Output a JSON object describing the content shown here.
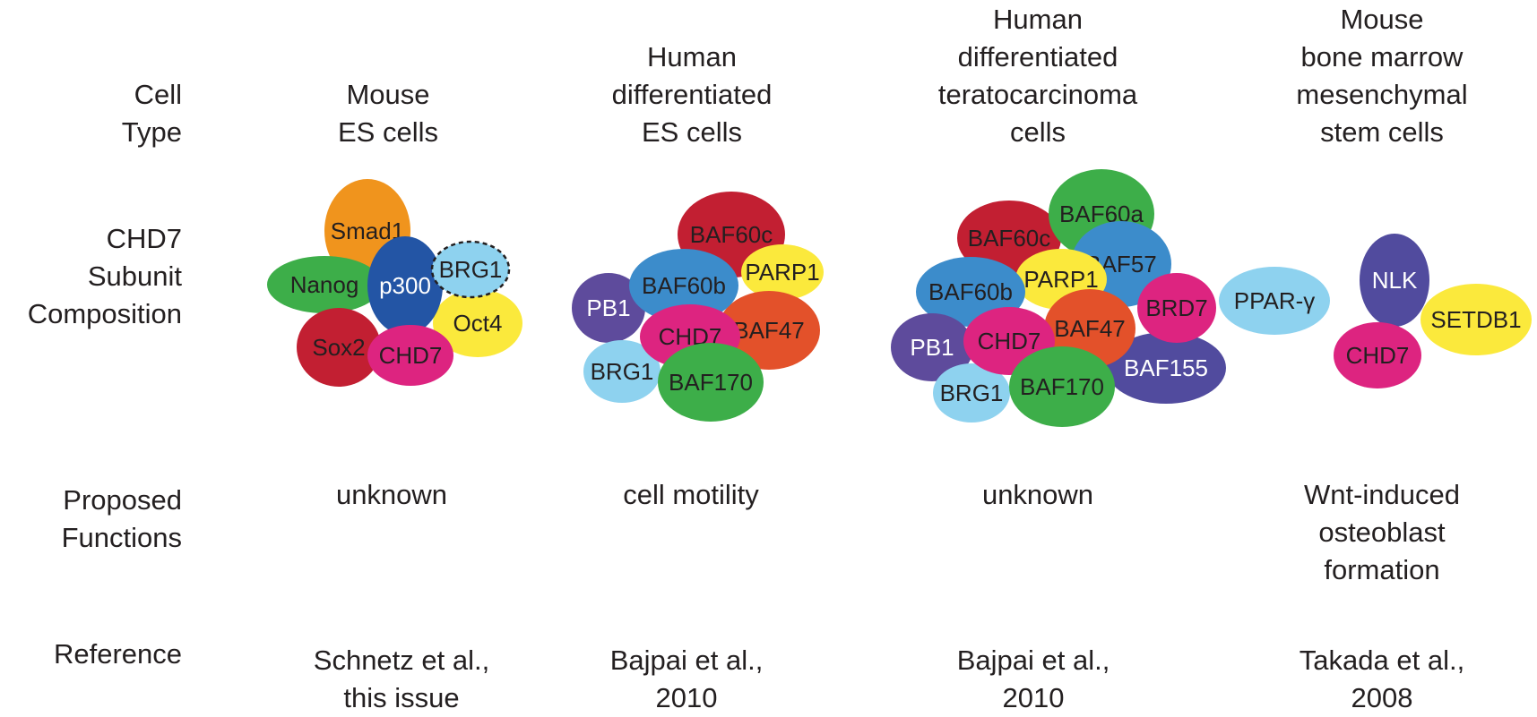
{
  "row_labels": {
    "cell_type": [
      "Cell",
      "Type"
    ],
    "subunit": [
      "CHD7",
      "Subunit",
      "Composition"
    ],
    "functions": [
      "Proposed",
      "Functions"
    ],
    "reference": [
      "Reference"
    ]
  },
  "columns": [
    {
      "cell_type": [
        "Mouse",
        "ES cells"
      ],
      "subunits": [
        {
          "name": "Smad1",
          "color": "#f0941d",
          "text": "#231f20"
        },
        {
          "name": "Nanog",
          "color": "#3dae49",
          "text": "#231f20"
        },
        {
          "name": "Sox2",
          "color": "#c21f32",
          "text": "#231f20"
        },
        {
          "name": "Oct4",
          "color": "#fbe93c",
          "text": "#231f20"
        },
        {
          "name": "p300",
          "color": "#2355a5",
          "text": "#ffffff"
        },
        {
          "name": "CHD7",
          "color": "#dd2480",
          "text": "#231f20"
        },
        {
          "name": "BRG1",
          "color": "#8ed2ef",
          "text": "#231f20",
          "dashed": true
        }
      ],
      "function": [
        "unknown"
      ],
      "reference": [
        "Schnetz et al.,",
        "this issue"
      ]
    },
    {
      "cell_type": [
        "Human",
        "differentiated",
        "ES cells"
      ],
      "subunits": [
        {
          "name": "BAF60c",
          "color": "#c21f32",
          "text": "#231f20"
        },
        {
          "name": "PARP1",
          "color": "#fbe93c",
          "text": "#231f20"
        },
        {
          "name": "BAF47",
          "color": "#e3512a",
          "text": "#231f20"
        },
        {
          "name": "PB1",
          "color": "#5e4b9c",
          "text": "#ffffff"
        },
        {
          "name": "BRG1",
          "color": "#8ed2ef",
          "text": "#231f20"
        },
        {
          "name": "BAF60b",
          "color": "#3c8ccb",
          "text": "#231f20"
        },
        {
          "name": "CHD7",
          "color": "#dd2480",
          "text": "#231f20"
        },
        {
          "name": "BAF170",
          "color": "#3dae49",
          "text": "#231f20"
        }
      ],
      "function": [
        "cell motility"
      ],
      "reference": [
        "Bajpai et al.,",
        "2010"
      ]
    },
    {
      "cell_type": [
        "Human",
        "differentiated",
        "teratocarcinoma",
        "cells"
      ],
      "subunits": [
        {
          "name": "BAF60c",
          "color": "#c21f32",
          "text": "#231f20"
        },
        {
          "name": "BAF60a",
          "color": "#3dae49",
          "text": "#231f20"
        },
        {
          "name": "BAF57",
          "color": "#3c8ccb",
          "text": "#231f20"
        },
        {
          "name": "PARP1",
          "color": "#fbe93c",
          "text": "#231f20"
        },
        {
          "name": "BAF60b",
          "color": "#3c8ccb",
          "text": "#231f20"
        },
        {
          "name": "BAF155",
          "color": "#514b9e",
          "text": "#ffffff"
        },
        {
          "name": "BAF47",
          "color": "#e3512a",
          "text": "#231f20"
        },
        {
          "name": "BRD7",
          "color": "#dd2480",
          "text": "#231f20"
        },
        {
          "name": "PB1",
          "color": "#5e4b9c",
          "text": "#ffffff"
        },
        {
          "name": "BRG1",
          "color": "#8ed2ef",
          "text": "#231f20"
        },
        {
          "name": "CHD7",
          "color": "#dd2480",
          "text": "#231f20"
        },
        {
          "name": "BAF170",
          "color": "#3dae49",
          "text": "#231f20"
        }
      ],
      "function": [
        "unknown"
      ],
      "reference": [
        "Bajpai et al.,",
        "2010"
      ]
    },
    {
      "cell_type": [
        "Mouse",
        "bone marrow",
        "mesenchymal",
        "stem cells"
      ],
      "subunits": [
        {
          "name": "PPAR-γ",
          "color": "#8ed2ef",
          "text": "#231f20"
        },
        {
          "name": "NLK",
          "color": "#514b9e",
          "text": "#ffffff"
        },
        {
          "name": "SETDB1",
          "color": "#fbe93c",
          "text": "#231f20"
        },
        {
          "name": "CHD7",
          "color": "#dd2480",
          "text": "#231f20"
        }
      ],
      "function": [
        "Wnt-induced",
        "osteoblast",
        "formation"
      ],
      "reference": [
        "Takada et al.,",
        "2008"
      ]
    }
  ]
}
